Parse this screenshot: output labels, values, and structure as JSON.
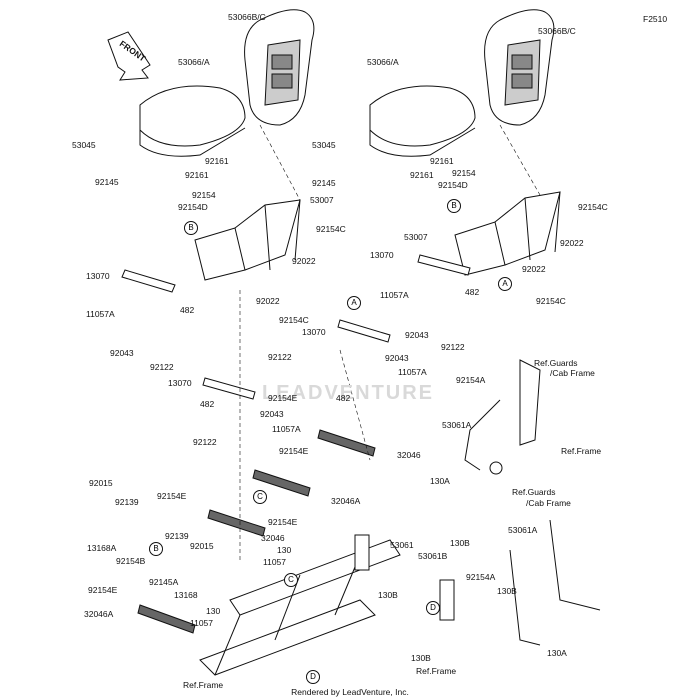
{
  "diagram_code": "F2510",
  "watermark": "LEADVENTURE",
  "footer": "Rendered by LeadVenture, Inc.",
  "front_badge": "FRONT",
  "labels": [
    "53066B/C",
    "53066/A",
    "53045",
    "92145",
    "92161",
    "92161",
    "53066B/C",
    "53066/A",
    "53045",
    "92145",
    "92161",
    "92161",
    "92154",
    "92154D",
    "53007",
    "92154C",
    "92022",
    "92022",
    "92154C",
    "13070",
    "11057A",
    "482",
    "92043",
    "92122",
    "92154",
    "92154D",
    "53007",
    "92154C",
    "92022",
    "13070",
    "92022",
    "92154C",
    "11057A",
    "482",
    "92043",
    "92122",
    "13070",
    "92122",
    "92043",
    "11057A",
    "13070",
    "482",
    "92043",
    "11057A",
    "92122",
    "92154E",
    "482",
    "92154E",
    "32046",
    "32046A",
    "92154E",
    "92154E",
    "32046",
    "130",
    "11057",
    "92015",
    "92139",
    "13168A",
    "92154B",
    "92139",
    "92145A",
    "92015",
    "13168",
    "92154E",
    "32046A",
    "130",
    "11057",
    "53061",
    "130B",
    "Ref.Frame",
    "Ref.Guards",
    "/Cab Frame",
    "92154A",
    "53061A",
    "Ref.Frame",
    "130A",
    "130B",
    "Ref.Guards",
    "/Cab Frame",
    "53061A",
    "92154A",
    "130B",
    "53061B",
    "130B",
    "Ref.Frame",
    "130A"
  ],
  "callouts": [
    "B",
    "B",
    "A",
    "A",
    "B",
    "C",
    "C",
    "D",
    "D"
  ],
  "colors": {
    "ink": "#111111",
    "watermark": "#d9d9d9"
  }
}
